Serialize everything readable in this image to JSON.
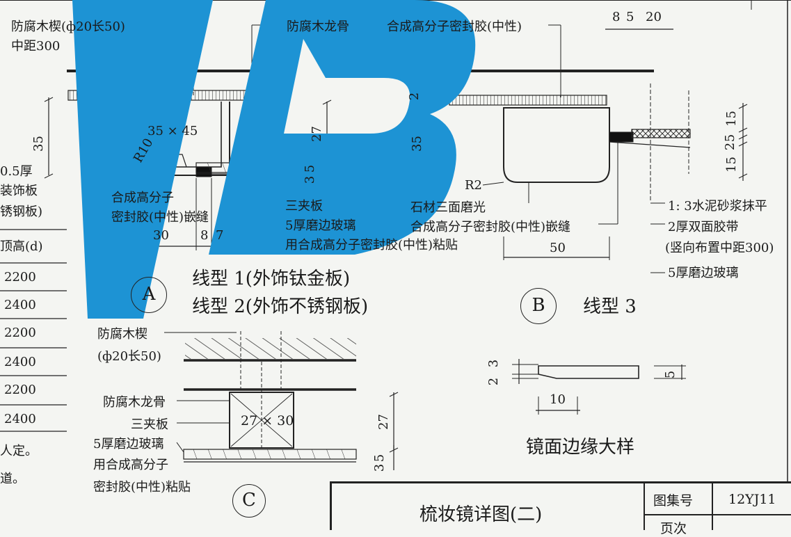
{
  "watermark": {
    "text": "JB",
    "color": "#1d93d4"
  },
  "colors": {
    "ink": "#1a1a1a",
    "paper": "#f4f5f2"
  },
  "detail_a": {
    "label": "A",
    "wedge_label_1": "防腐木楔(ф20长50)",
    "wedge_label_2": "中距300",
    "keel_label": "防腐木龙骨",
    "section_label": "35 × 45",
    "radius_label": "R10",
    "dim_35": "35",
    "dim_27": "27",
    "dim_3": "3",
    "dim_5": "5",
    "sealant_1": "合成高分子",
    "sealant_2": "密封胶(中性)嵌缝",
    "plywood": "三夹板",
    "glass": "5厚磨边玻璃",
    "glue": "用合成高分子密封胶(中性)粘贴",
    "dim_30": "30",
    "dim_8": "8",
    "dim_7": "7",
    "caption_1": "线型 1(外饰钛金板)",
    "caption_2": "线型 2(外饰不锈钢板)",
    "left_note_1": "0.5厚",
    "left_note_2": "装饰板",
    "left_note_3": "锈钢板)"
  },
  "detail_b": {
    "label": "B",
    "sealant_top": "合成高分子密封胶(中性)",
    "dim_8": "8",
    "dim_5": "5",
    "dim_20": "20",
    "dim_2": "2",
    "dim_35": "35",
    "radius_label": "R2",
    "stone": "石材三面磨光",
    "sealant": "合成高分子密封胶(中性)嵌缝",
    "dim_50": "50",
    "caption": "线型 3",
    "right_dim_15a": "15",
    "right_dim_5": "5",
    "right_dim_2": "2",
    "right_dim_15b": "15",
    "mortar": "1: 3水泥砂浆抹平",
    "tape": "2厚双面胶带",
    "tape_note": "(竖向布置中距300)",
    "glass": "5厚磨边玻璃"
  },
  "detail_c": {
    "label": "C",
    "wedge_1": "防腐木楔",
    "wedge_2": "(ф20长50)",
    "keel": "防腐木龙骨",
    "section_label": "27 × 30",
    "plywood": "三夹板",
    "glass": "5厚磨边玻璃",
    "glue_1": "用合成高分子",
    "glue_2": "密封胶(中性)粘贴",
    "dim_27": "27",
    "dim_5": "5",
    "dim_3": "3"
  },
  "edge_detail": {
    "caption": "镜面边缘大样",
    "dim_3": "3",
    "dim_2": "2",
    "dim_5": "5",
    "dim_10": "10"
  },
  "left_table": {
    "header": "顶高(d)",
    "rows": [
      "2200",
      "2400",
      "2200",
      "2400",
      "2200",
      "2400"
    ],
    "note_1": "人定。",
    "note_2": "道。"
  },
  "title_block": {
    "title": "梳妆镜详图(二)",
    "atlas_label": "图集号",
    "atlas_no": "12YJ11",
    "page_label": "页次"
  }
}
